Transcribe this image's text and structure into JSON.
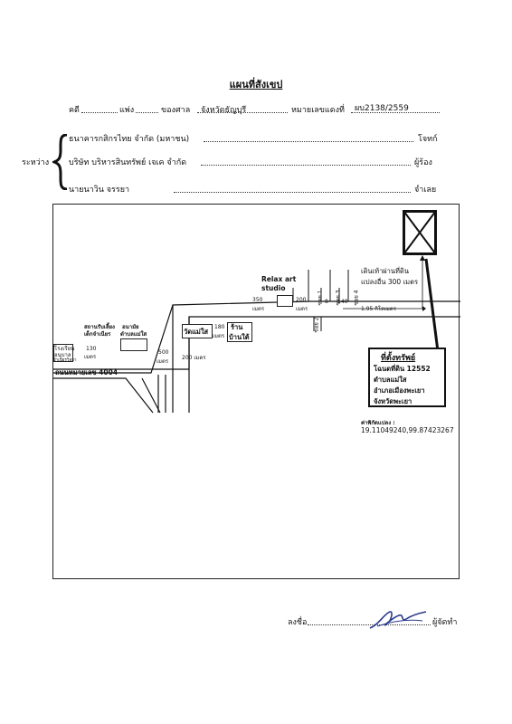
{
  "header": {
    "title": "แผนที่สังเขป",
    "case_label": "คดี",
    "case_type": "แพ่ง",
    "court_label": "ของศาล",
    "court_name": "จังหวัดธัญบุรี",
    "case_no_label": "หมายเลขแดงที่",
    "case_no": "ผบ2138/2559"
  },
  "parties": {
    "between_label": "ระหว่าง",
    "rows": [
      {
        "name": "ธนาคารกสิกรไทย  จำกัด (มหาชน)",
        "role": "โจทก์"
      },
      {
        "name": "บริษัท บริหารสินทรัพย์ เจเค จำกัด",
        "role": "ผู้ร้อง"
      },
      {
        "name": "นายนาวิน จรรยา",
        "role": "จำเลย"
      }
    ]
  },
  "map": {
    "relax_art": "Relax art",
    "studio": "studio",
    "walk_note_1": "เดินเท้าผ่านที่ดิน",
    "walk_note_2": "แปลงอื่น 300 เมตร",
    "dist_195": "1.95 กิโลเมตร",
    "d350": "350",
    "d200m": "200",
    "unit_m": "เมตร",
    "soi1": "ซอย 1",
    "soi3": "ซอย 3",
    "soi4": "ซอย 4",
    "soi2": "ซอย 2",
    "d8": "8",
    "d140": "140",
    "wat_mae_sai": "วัดแม่ใส",
    "d180": "180",
    "shop_1": "ร้าน",
    "shop_2": "บ้านใต้",
    "child_center_1": "สถานรับเลี้ยง",
    "child_center_2": "เด็กจำเนียร",
    "health_1": "อนามัย",
    "health_2": "ตำบลแม่ใส",
    "school_1": "โรงเรียน",
    "school_2": "อนุบาล",
    "school_3": "จำเนียรวิทยา",
    "d130": "130",
    "d500": "500",
    "d200_road": "200 เมตร",
    "road_name": "ถนนหมายเลข 4004",
    "property": {
      "title": "ที่ตั้งทรัพย์",
      "line1": "โฉนดที่ดิน 12552",
      "line2": "ตำบลแม่ใส",
      "line3": "อำเภอเมืองพะเยา",
      "line4": "จังหวัดพะเยา"
    },
    "coords_label": "ค่าพิกัดแปลง :",
    "coords_value": "19.11049240,99.87423267"
  },
  "signature": {
    "sign_label": "ลงชื่อ",
    "role": "ผู้จัดทำ"
  }
}
